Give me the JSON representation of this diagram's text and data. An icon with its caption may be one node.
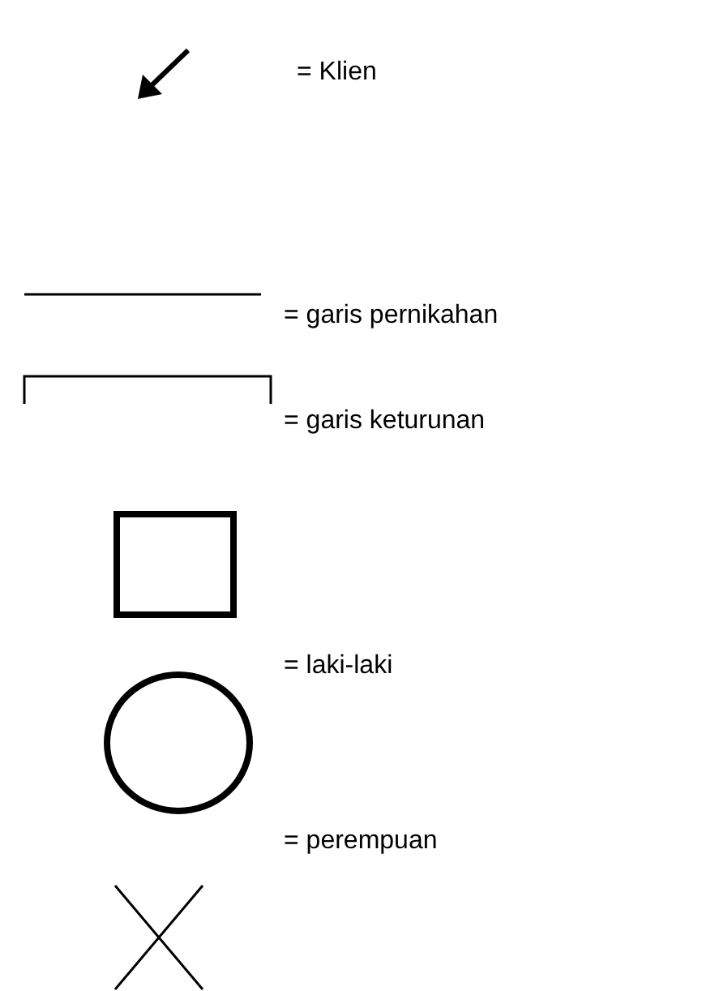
{
  "diagram": {
    "legend": [
      {
        "text": "= Klien"
      },
      {
        "text": "= garis pernikahan"
      },
      {
        "text": "= garis keturunan"
      },
      {
        "text": "= laki-laki"
      },
      {
        "text": "= perempuan"
      }
    ]
  }
}
